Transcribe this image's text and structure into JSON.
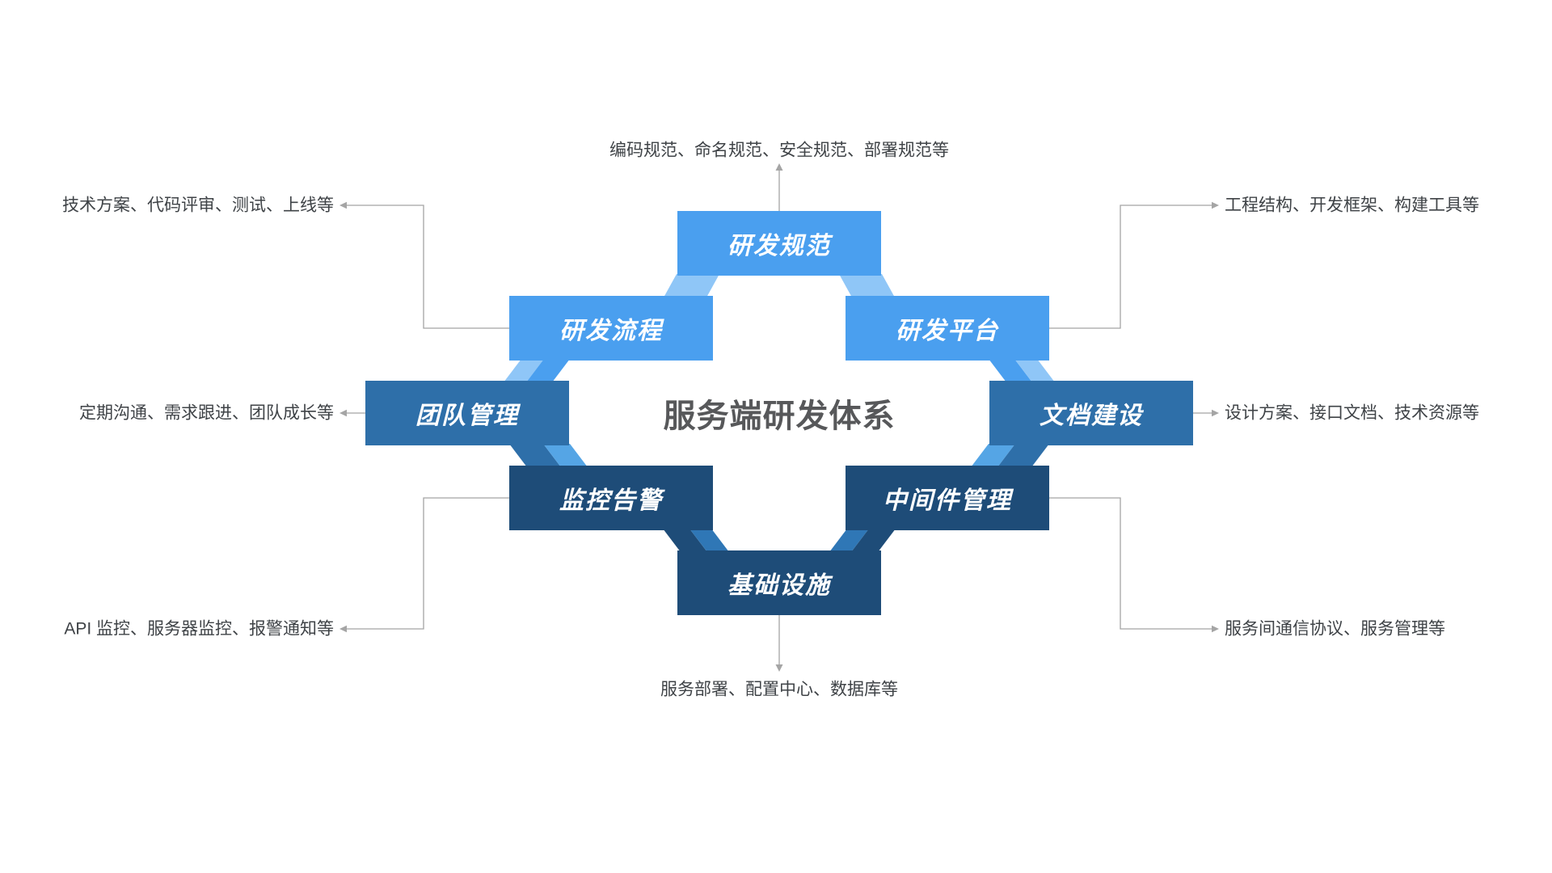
{
  "title": {
    "text": "服务端研发体系"
  },
  "ring": {
    "blocks": [
      {
        "label": "研发规范",
        "tone": "light"
      },
      {
        "label": "研发流程",
        "tone": "light"
      },
      {
        "label": "研发平台",
        "tone": "light"
      },
      {
        "label": "团队管理",
        "tone": "mid"
      },
      {
        "label": "文档建设",
        "tone": "mid"
      },
      {
        "label": "监控告警",
        "tone": "navy"
      },
      {
        "label": "中间件管理",
        "tone": "navy"
      },
      {
        "label": "基础设施",
        "tone": "navy"
      }
    ]
  },
  "annotations": {
    "top": "编码规范、命名规范、安全规范、部署规范等",
    "top_left": "技术方案、代码评审、测试、上线等",
    "top_right": "工程结构、开发框架、构建工具等",
    "mid_left": "定期沟通、需求跟进、团队成长等",
    "mid_right": "设计方案、接口文档、技术资源等",
    "bottom_left": "API 监控、服务器监控、报警通知等",
    "bottom_right": "服务间通信协议、服务管理等",
    "bottom": "服务部署、配置中心、数据库等"
  },
  "colors": {
    "light": "#4A9FEF",
    "pale": "#8FC6F7",
    "mid": "#2E6FA9",
    "navy": "#1E4C78",
    "bright": "#2F77B6",
    "midlight": "#55A5E5",
    "line": "#A5A5A5",
    "text": "#3F4347",
    "title": "#57585A"
  }
}
